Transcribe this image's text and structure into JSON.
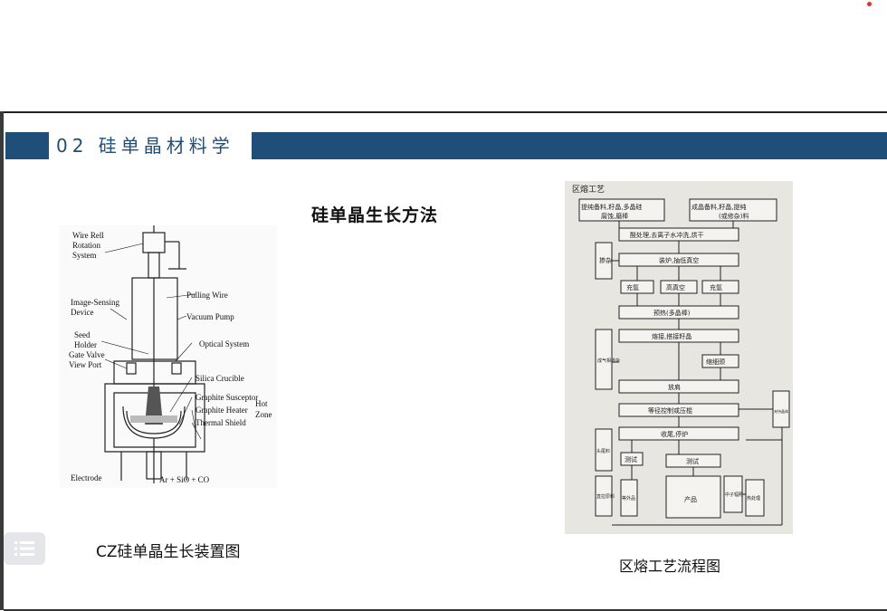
{
  "slide": {
    "banner_text": "02 硅单晶材料学",
    "title": "硅单晶生长方法",
    "left_caption": "CZ硅单晶生长装置图",
    "right_caption": "区熔工艺流程图"
  },
  "cz_diagram": {
    "labels": {
      "wire_reel": "Wire Rell",
      "rotation": "Rotation",
      "system": "System",
      "pulling_wire": "Pulling Wire",
      "image_sensing": "Image-Sensing",
      "device": "Device",
      "vacuum_pump": "Vacuum Pump",
      "seed": "Seed",
      "holder": "Holder",
      "optical_system": "Optical System",
      "gate_valve": "Gate Valve",
      "view_port": "View Port",
      "silica_crucible": "Silica Crucible",
      "graphite_susceptor": "Graphite Susceptor",
      "graphite_heater": "Graphite Heater",
      "thermal_shield": "Thermal Shield",
      "hot": "Hot",
      "zone": "Zone",
      "electrode": "Electrode",
      "exhaust": "Ar + SiO + CO"
    }
  },
  "zone_chart": {
    "title": "区熔工艺",
    "boxes": {
      "raw": "提纯备料,籽晶,多晶硅",
      "raw2": "腐蚀,磨棒",
      "stock": "成晶备料,籽晶,提纯",
      "stock2": "(或修杂)料",
      "acid": "酸处理,去离子水冲洗,烘干",
      "doping": "掺杂",
      "furnace": "装炉,抽低真空",
      "argon": "充氩",
      "vacuum": "高真空",
      "argon2": "充氩",
      "preheat": "预热(多晶棒)",
      "gas_dope": "成气相掺杂",
      "melt": "熔接,搭接籽晶",
      "neck": "缩细颈",
      "shoulder": "放肩",
      "clamp": "夹持晶体",
      "diameter": "等径控制或压棍",
      "finish": "收尾,停炉",
      "tail": "头尾料",
      "test1": "测试",
      "test2": "测试",
      "direct": "直拉原料",
      "reject": "等外品",
      "product": "产品",
      "ntd": "中子辐照",
      "heat": "热处理"
    }
  },
  "ui": {
    "menu_icon": "menu-list-icon"
  }
}
